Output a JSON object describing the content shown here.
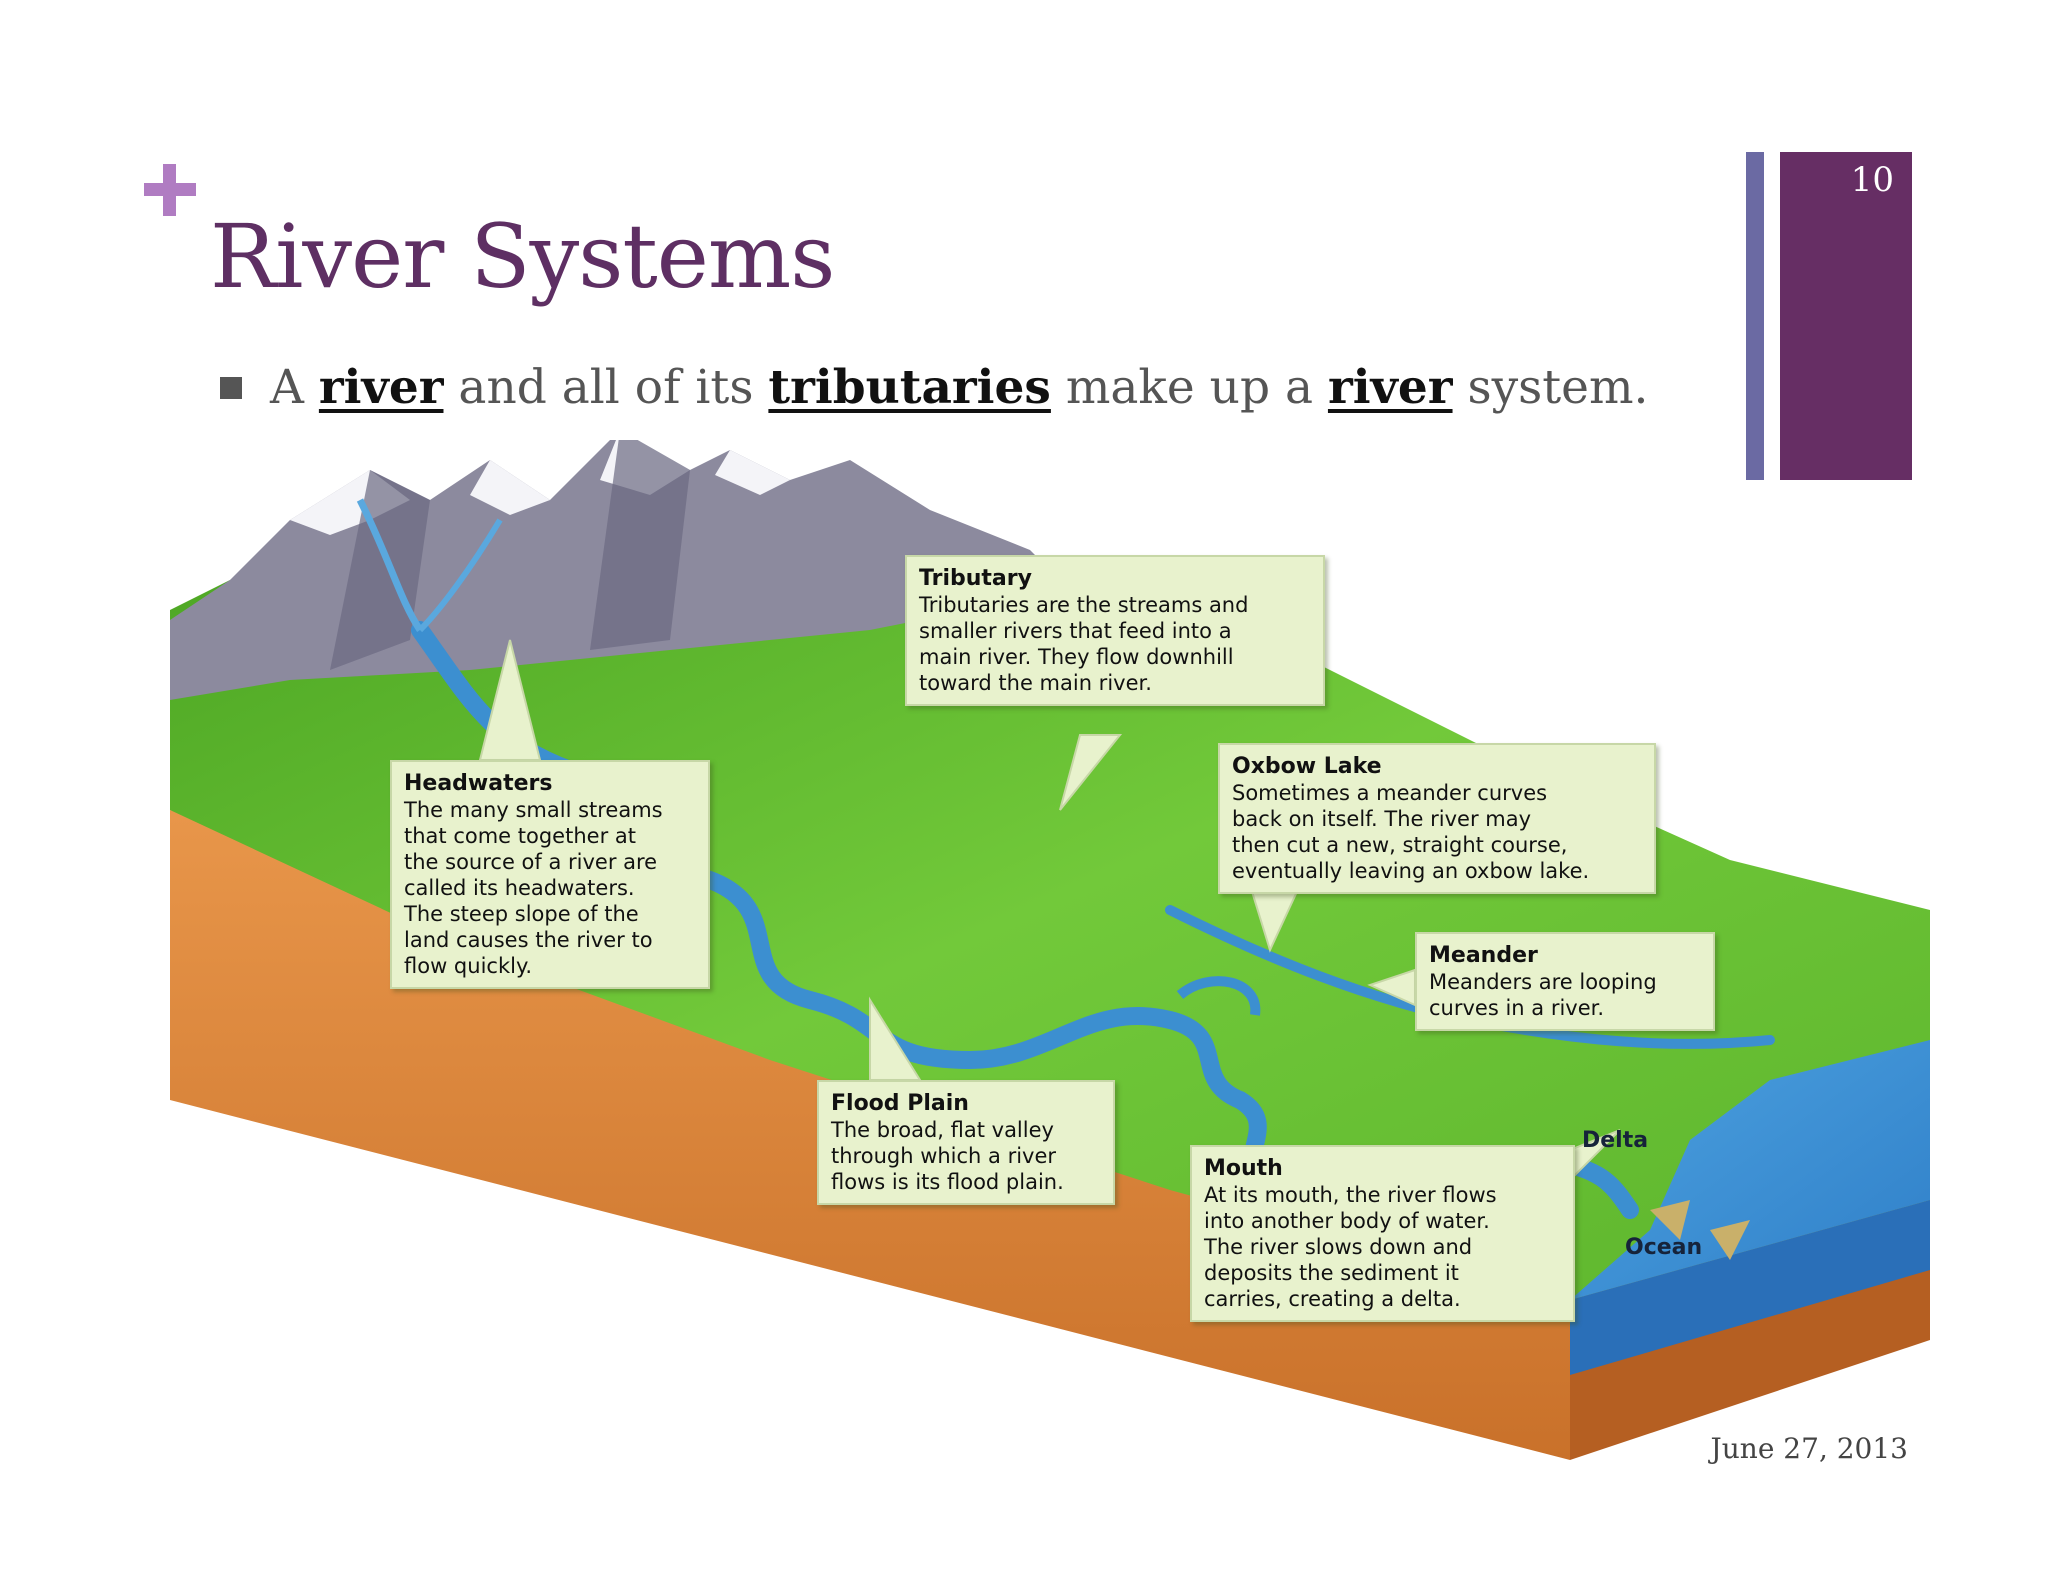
{
  "slide": {
    "title": "River Systems",
    "page_number": "10",
    "date": "June 27, 2013"
  },
  "bullet": {
    "p1": "A ",
    "k1": "river",
    "p2": " and all of its ",
    "k2": "tributaries",
    "p3": " make up a ",
    "k3": "river",
    "p4": " system."
  },
  "callouts": {
    "tributary": {
      "heading": "Tributary",
      "body": [
        "Tributaries are the streams and",
        "smaller rivers that feed into a",
        "main river. They flow downhill",
        "toward the main river."
      ]
    },
    "headwaters": {
      "heading": "Headwaters",
      "body": [
        "The many small streams",
        "that come together at",
        "the source of a river are",
        "called its headwaters.",
        "The steep slope of the",
        "land causes the river to",
        "flow quickly."
      ]
    },
    "oxbow": {
      "heading": "Oxbow Lake",
      "body": [
        "Sometimes a meander curves",
        "back on itself. The river may",
        "then cut a new, straight course,",
        "eventually leaving an oxbow lake."
      ]
    },
    "meander": {
      "heading": "Meander",
      "body": [
        "Meanders are looping",
        "curves in a river."
      ]
    },
    "floodplain": {
      "heading": "Flood Plain",
      "body": [
        "The broad, flat valley",
        "through which a river",
        "flows is its flood plain."
      ]
    },
    "mouth": {
      "heading": "Mouth",
      "body": [
        "At its mouth, the river flows",
        "into another body of water.",
        "The river slows down and",
        "deposits the sediment it",
        "carries, creating a delta."
      ]
    }
  },
  "labels": {
    "delta": "Delta",
    "ocean": "Ocean"
  },
  "colors": {
    "title": "#5e2f63",
    "accent_plus": "#b07cc2",
    "bar_thin": "#6b6aa3",
    "bar_thick": "#662e64",
    "callout_bg": "#e8f2cd",
    "land_green": "#5cbf2a",
    "soil_orange": "#e08a3c",
    "water_blue": "#3b8fd4"
  }
}
